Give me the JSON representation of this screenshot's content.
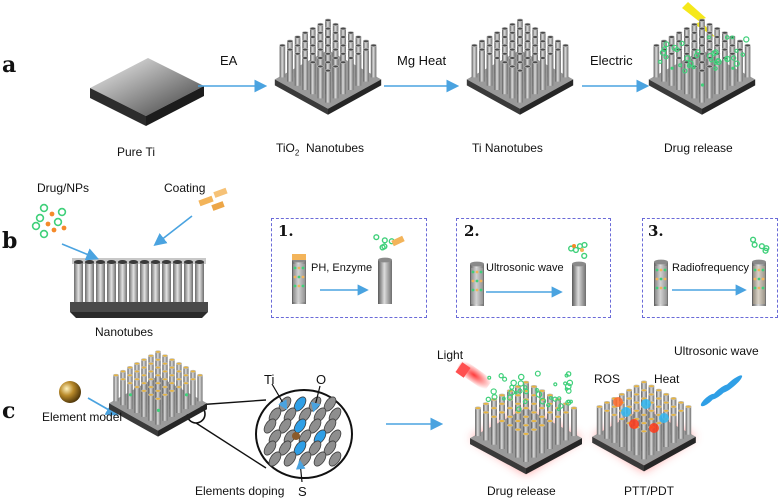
{
  "rows": {
    "a": {
      "letter": "a",
      "steps": [
        "EA",
        "Mg Heat",
        "Electric"
      ],
      "captions": {
        "pure_ti": "Pure Ti",
        "tio2_main": "TiO",
        "tio2_sub": "2",
        "tio2_rest": "Nanotubes",
        "ti_nanotubes": "Ti   Nanotubes",
        "drug_release": "Drug release"
      }
    },
    "b": {
      "letter": "b",
      "drug": "Drug/NPs",
      "coating": "Coating",
      "nanotubes": "Nanotubes",
      "panels": [
        {
          "number": "1.",
          "stimulus": "PH, Enzyme"
        },
        {
          "number": "2.",
          "stimulus": "Ultrosonic wave"
        },
        {
          "number": "3.",
          "stimulus": "Radiofrequency"
        }
      ]
    },
    "c": {
      "letter": "c",
      "element_model": "Element model",
      "ti": "Ti",
      "o": "O",
      "s": "S",
      "elements_doping": "Elements doping",
      "light": "Light",
      "ros": "ROS",
      "heat": "Heat",
      "ultrasonic": "Ultrosonic wave",
      "drug_release": "Drug release",
      "ptt_pdt": "PTT/PDT"
    }
  },
  "colors": {
    "arrow": "#4aa3e0",
    "panel_border": "#6a6ad8",
    "tube_light": "#d4d4d4",
    "tube_dark": "#6a6a6a",
    "drug_green": "#3fd07a",
    "coating_orange": "#f3b45a",
    "glow_red": "#ff4a4a",
    "lightning": "#f5e81a"
  }
}
